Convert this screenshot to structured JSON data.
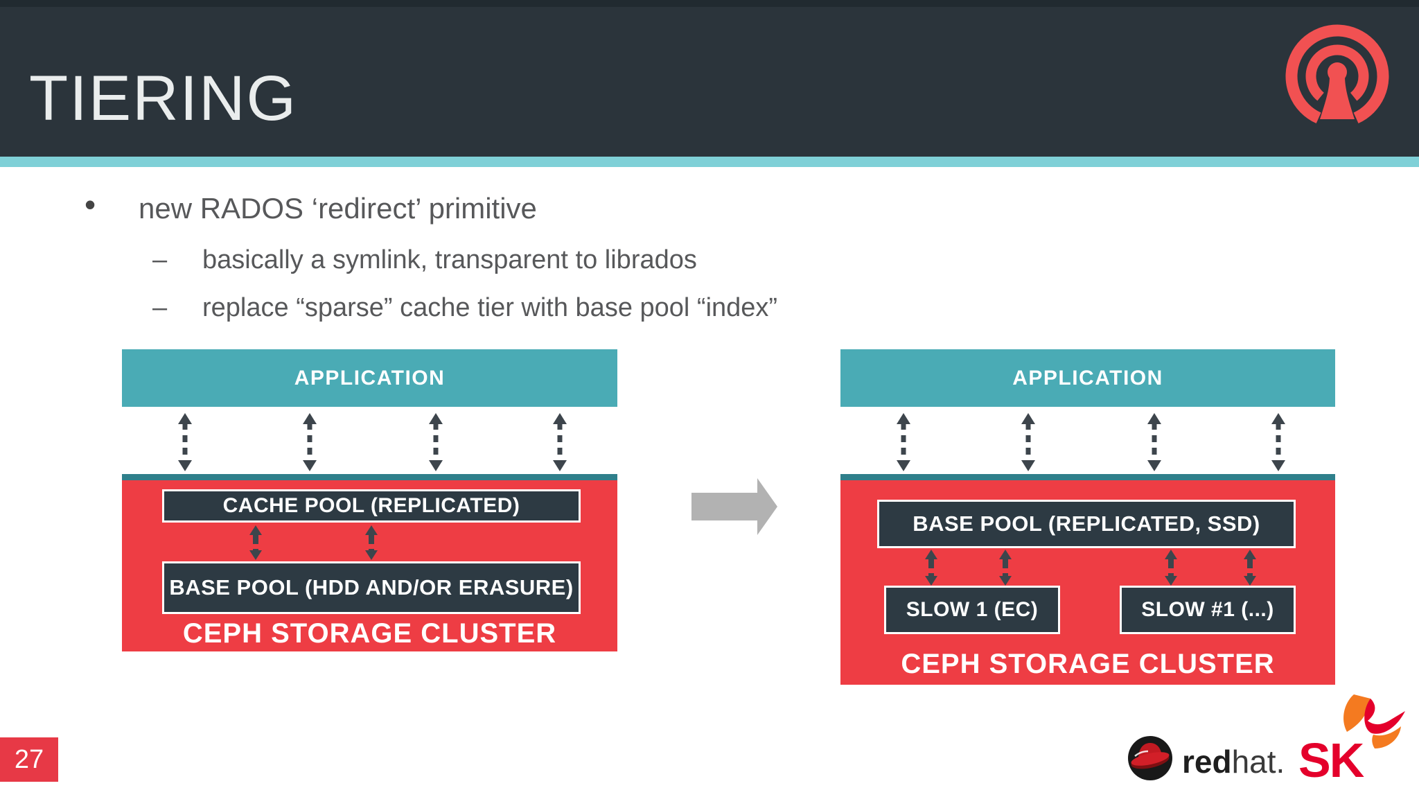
{
  "header": {
    "title": "TIERING"
  },
  "bullets": {
    "marker": "•",
    "dash": "–",
    "main": "new RADOS ‘redirect’ primitive",
    "sub": [
      "basically a symlink, transparent to librados",
      "replace “sparse” cache tier with base pool “index”"
    ]
  },
  "diagram_left": {
    "application": "APPLICATION",
    "cache_pool": "CACHE POOL (REPLICATED)",
    "base_pool": "BASE POOL (HDD AND/OR ERASURE)",
    "cluster": "CEPH STORAGE CLUSTER"
  },
  "diagram_right": {
    "application": "APPLICATION",
    "base_pool": "BASE POOL (REPLICATED, SSD)",
    "slow_left": "SLOW 1 (EC)",
    "slow_right": "SLOW #1 (...)",
    "cluster": "CEPH STORAGE CLUSTER"
  },
  "footer": {
    "page_number": "27",
    "redhat_bold": "red",
    "redhat_light": "hat.",
    "sk": "SK"
  },
  "colors": {
    "header_bg": "#2b343b",
    "accent_stripe": "#7fd0d7",
    "application_teal": "#4aabb5",
    "cluster_border_teal": "#2f7f8b",
    "cluster_red": "#ee3d44",
    "pool_dark_box": "#2d3a43",
    "arrow_dark": "#3d454c",
    "body_text": "#57585a",
    "transition_arrow_gray": "#b2b2b2",
    "page_badge_red": "#e73946",
    "ceph_logo_red": "#f15152",
    "redhat_red": "#c21a22",
    "sk_red": "#e4002b",
    "sk_orange": "#f47a20"
  }
}
